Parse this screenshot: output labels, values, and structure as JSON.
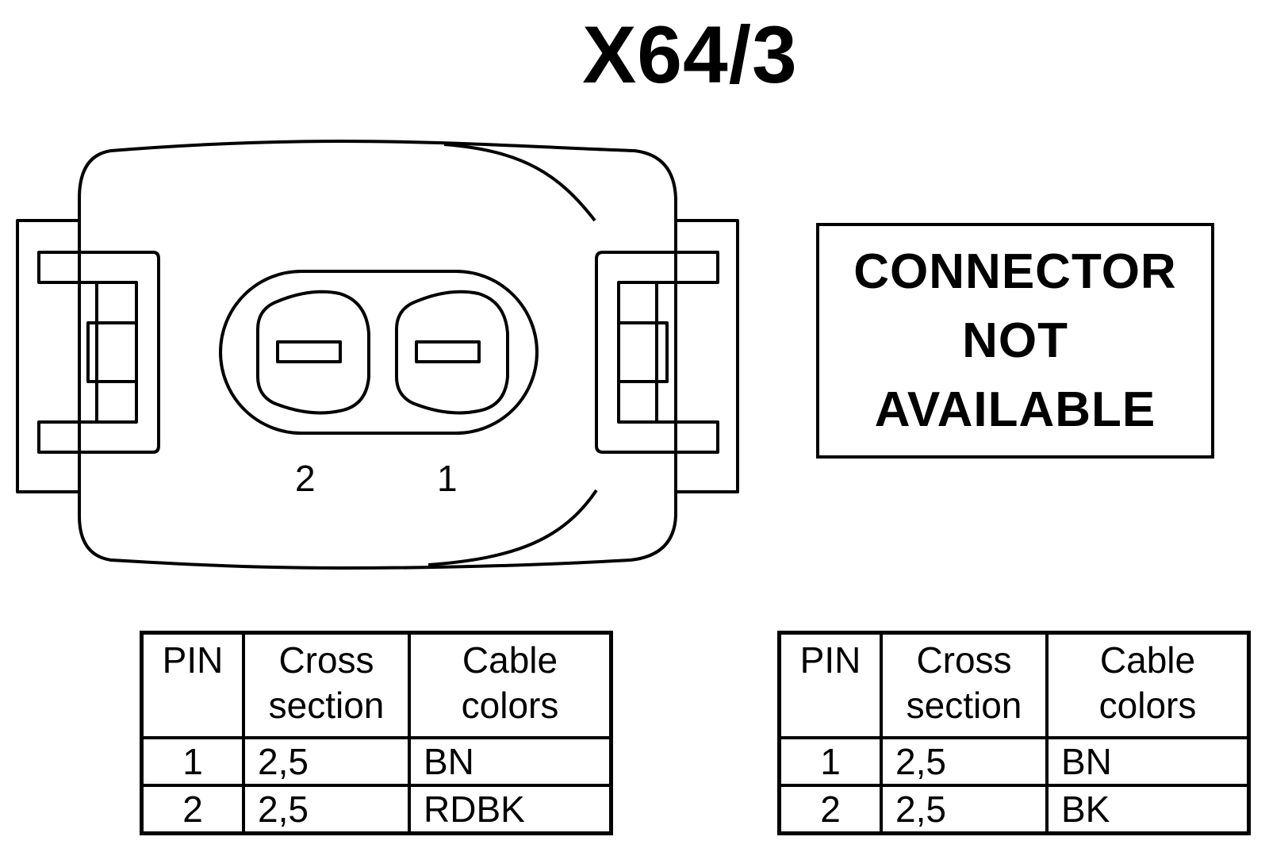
{
  "title": "X64/3",
  "connector": {
    "pin_labels": [
      "2",
      "1"
    ]
  },
  "notice": {
    "lines": [
      "CONNECTOR",
      "NOT",
      "AVAILABLE"
    ]
  },
  "tables": [
    {
      "headers": {
        "pin": "PIN",
        "cross_1": "Cross",
        "cross_2": "section",
        "colors_1": "Cable",
        "colors_2": "colors"
      },
      "rows": [
        {
          "pin": "1",
          "cross_section": "2,5",
          "color": "BN"
        },
        {
          "pin": "2",
          "cross_section": "2,5",
          "color": "RDBK"
        }
      ]
    },
    {
      "headers": {
        "pin": "PIN",
        "cross_1": "Cross",
        "cross_2": "section",
        "colors_1": "Cable",
        "colors_2": "colors"
      },
      "rows": [
        {
          "pin": "1",
          "cross_section": "2,5",
          "color": "BN"
        },
        {
          "pin": "2",
          "cross_section": "2,5",
          "color": "BK"
        }
      ]
    }
  ]
}
